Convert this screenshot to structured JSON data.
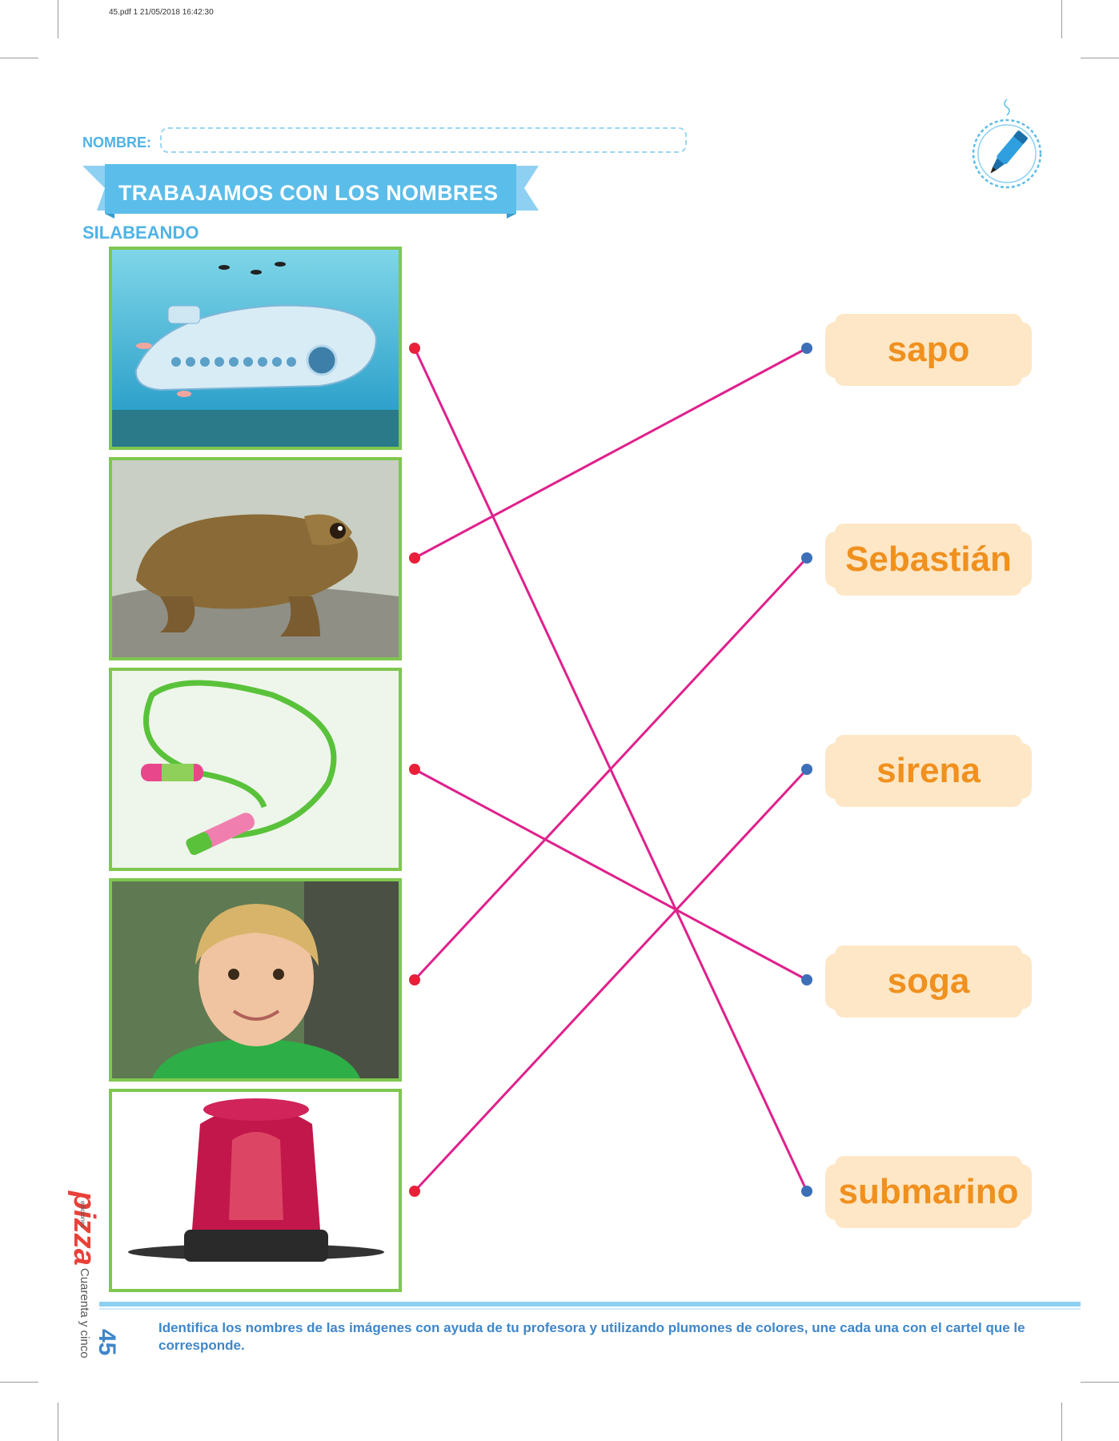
{
  "print_header": "45.pdf   1   21/05/2018   16:42:30",
  "name_label": "NOMBRE:",
  "title": "TRABAJAMOS CON LOS NOMBRES",
  "subtitle": "SILABEANDO",
  "pictures": [
    "submarine",
    "frog",
    "jump-rope",
    "child",
    "siren-light"
  ],
  "words": [
    "sapo",
    "Sebastián",
    "sirena",
    "soga",
    "submarino"
  ],
  "matches": [
    {
      "picture": 0,
      "word": 4
    },
    {
      "picture": 1,
      "word": 0
    },
    {
      "picture": 2,
      "word": 3
    },
    {
      "picture": 3,
      "word": 1
    },
    {
      "picture": 4,
      "word": 2
    }
  ],
  "instructions": "Identifica los nombres de las imágenes con ayuda de tu profesora y utilizando plumones de colores, une cada una con el cartel que le corresponde.",
  "side_page_number": "45",
  "side_page_words": "Cuarenta y cinco",
  "side_brand": "pizza",
  "side_brand_sub": "ediciones",
  "colors": {
    "accent_blue": "#4fb3e6",
    "line_pink": "#e0208c",
    "dot_red": "#e8203a",
    "dot_blue": "#3d6fb8",
    "word_orange": "#f0901e",
    "card_bg": "#fde7c6",
    "frame_green": "#7fc74f"
  }
}
